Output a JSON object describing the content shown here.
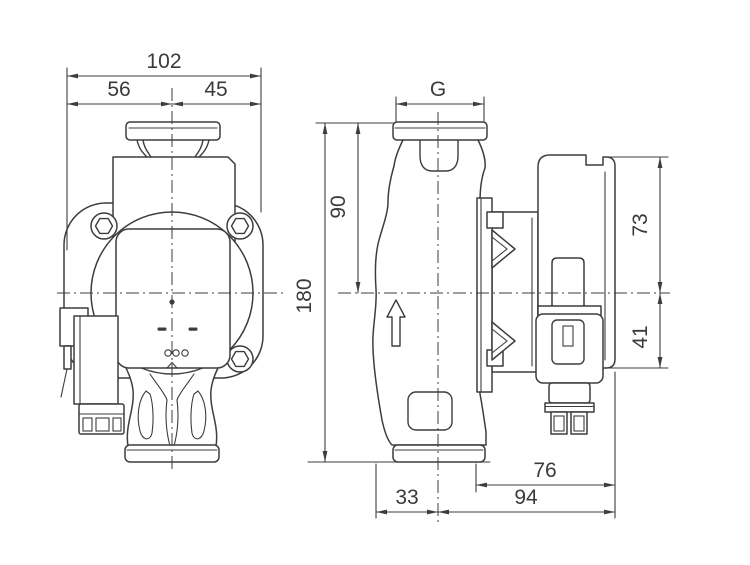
{
  "colors": {
    "background": "#ffffff",
    "line": "#3d3d3d",
    "text": "#3a3a3a"
  },
  "dimensions": {
    "overall_width": "102",
    "axis_to_cable_side": "56",
    "axis_to_right_side": "45",
    "connection_thread": "G",
    "port_to_axis_height": "90",
    "overall_height": "180",
    "axis_to_housing_top": "73",
    "axis_to_module_bottom": "41",
    "module_depth": "76",
    "axis_to_volute_front": "33",
    "axis_to_housing_rear": "94"
  }
}
